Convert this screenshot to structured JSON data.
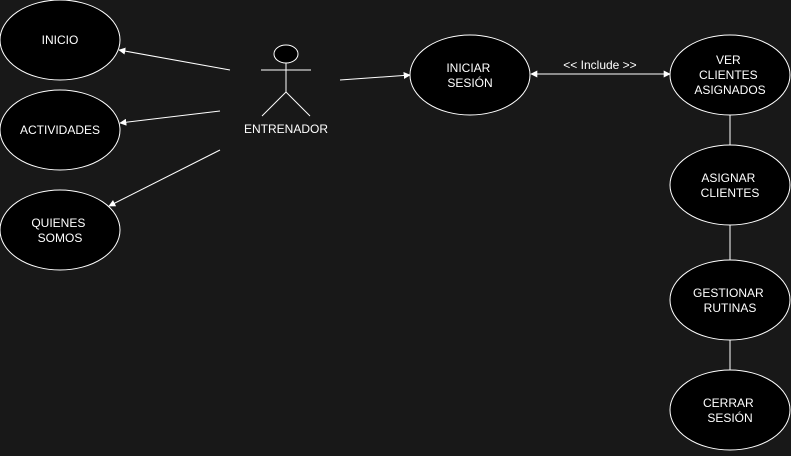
{
  "actor": {
    "name": "ENTRENADOR"
  },
  "use_cases": {
    "inicio": [
      "INICIO"
    ],
    "actividades": [
      "ACTIVIDADES"
    ],
    "quienes_somos": [
      "QUIENES",
      "SOMOS"
    ],
    "iniciar_sesion": [
      "INICIAR",
      "SESIÓN"
    ],
    "ver_clientes": [
      "VER",
      "CLIENTES",
      "ASIGNADOS"
    ],
    "asignar_clientes": [
      "ASIGNAR",
      "CLIENTES"
    ],
    "gestionar_rutinas": [
      "GESTIONAR",
      "RUTINAS"
    ],
    "cerrar_sesion": [
      "CERRAR",
      "SESIÓN"
    ]
  },
  "relations": {
    "include_label": "<< Include >>"
  },
  "colors": {
    "background": "#181818",
    "shape_fill": "#000000",
    "stroke": "#ffffff",
    "text": "#ffffff"
  }
}
